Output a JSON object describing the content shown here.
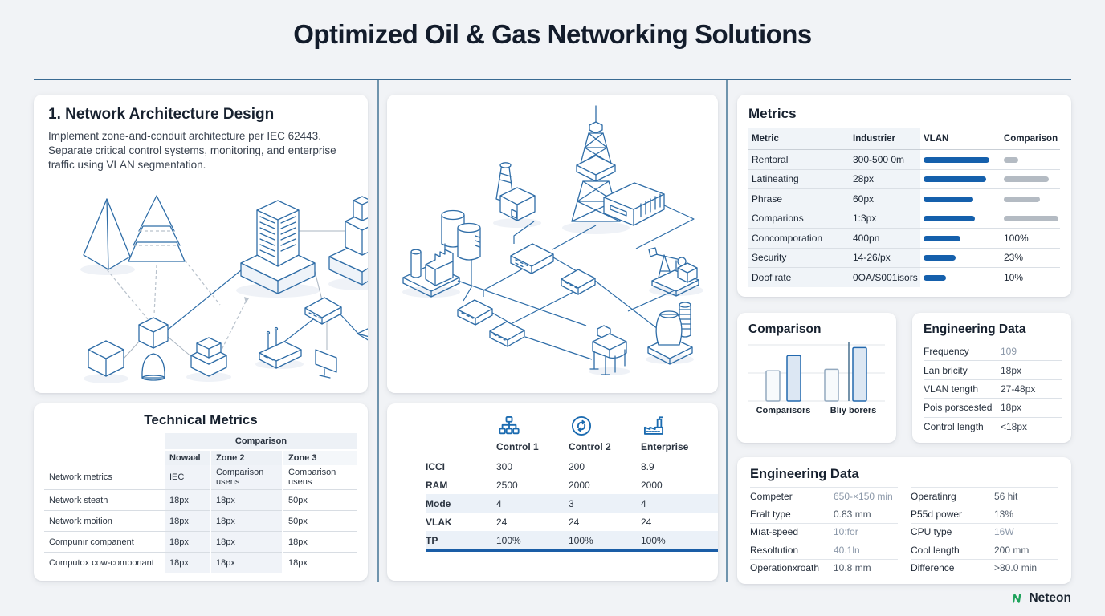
{
  "page": {
    "title": "Optimized Oil & Gas Networking Solutions"
  },
  "colors": {
    "accent_blue": "#1560ac",
    "bar_gray": "#b4bbc3",
    "brand_green": "#1fa35c",
    "rule_blue": "#3a6a92"
  },
  "architecture": {
    "heading": "1. Network Architecture Design",
    "body": "Implement zone-and-conduit architecture per IEC 62443. Separate critical control systems, monitoring, and enterprise traffic using VLAN segmentation."
  },
  "technical_metrics": {
    "title": "Technical Metrics",
    "span_header": "Comparison",
    "columns": [
      "Nowaal",
      "Zone 2",
      "Zone 3"
    ],
    "rows": [
      {
        "label": "Network metrics",
        "values": [
          "IEC",
          "Comparison usens",
          "Comparison usens"
        ]
      },
      {
        "label": "Network steath",
        "values": [
          "18px",
          "18px",
          "50px"
        ]
      },
      {
        "label": "Network moition",
        "values": [
          "18px",
          "18px",
          "50px"
        ]
      },
      {
        "label": "Compunır companent",
        "values": [
          "18px",
          "18px",
          "18px"
        ]
      },
      {
        "label": "Computox cow-componant",
        "values": [
          "18px",
          "18px",
          "18px"
        ]
      }
    ]
  },
  "control_table": {
    "columns": [
      {
        "icon": "org-chart-icon",
        "label": "Control 1"
      },
      {
        "icon": "sync-icon",
        "label": "Control 2"
      },
      {
        "icon": "factory-icon",
        "label": "Enterprise"
      }
    ],
    "rows": [
      {
        "label": "ICCI",
        "values": [
          "300",
          "200",
          "8.9"
        ]
      },
      {
        "label": "RAM",
        "values": [
          "2500",
          "2000",
          "2000"
        ]
      },
      {
        "label": "Mode",
        "values": [
          "4",
          "3",
          "4"
        ]
      },
      {
        "label": "VLAK",
        "values": [
          "24",
          "24",
          "24"
        ]
      },
      {
        "label": "TP",
        "values": [
          "100%",
          "100%",
          "100%"
        ]
      }
    ]
  },
  "metrics": {
    "title": "Metrics",
    "columns": [
      "Metric",
      "Industrier",
      "VLAN",
      "Comparison"
    ],
    "rows": [
      {
        "metric": "Rentoral",
        "industrier": "300-500 0m",
        "vlan_bar": 82,
        "comparison_bar": 18,
        "comparison_text": null
      },
      {
        "metric": "Latineating",
        "industrier": "28px",
        "vlan_bar": 78,
        "comparison_bar": 56,
        "comparison_text": null
      },
      {
        "metric": "Phrase",
        "industrier": "60px",
        "vlan_bar": 62,
        "comparison_bar": 45,
        "comparison_text": null
      },
      {
        "metric": "Comparions",
        "industrier": "1:3px",
        "vlan_bar": 64,
        "comparison_bar": 68,
        "comparison_text": null
      },
      {
        "metric": "Concomporation",
        "industrier": "400pn",
        "vlan_bar": 46,
        "comparison_bar": null,
        "comparison_text": "100%"
      },
      {
        "metric": "Security",
        "industrier": "14-26/px",
        "vlan_bar": 40,
        "comparison_bar": null,
        "comparison_text": "23%"
      },
      {
        "metric": "Doof rate",
        "industrier": "0OA/S001isors",
        "vlan_bar": 28,
        "comparison_bar": null,
        "comparison_text": "10%"
      }
    ]
  },
  "chart_data": {
    "type": "bar",
    "title": "Comparison",
    "categories": [
      "Comparisors",
      "Bliy borers"
    ],
    "series": [
      {
        "name": "light",
        "values": [
          42,
          44
        ]
      },
      {
        "name": "highlight",
        "values": [
          63,
          74
        ]
      }
    ],
    "ylim": [
      0,
      100
    ],
    "grid": true,
    "legend": false
  },
  "engineering_small": {
    "title": "Engineering Data",
    "rows": [
      {
        "label": "Frequency",
        "value": "109",
        "muted": true
      },
      {
        "label": "Lan bricity",
        "value": "18px",
        "muted": false
      },
      {
        "label": "VLAN tength",
        "value": "27-48px",
        "muted": false
      },
      {
        "label": "Pois porscested",
        "value": "18px",
        "muted": false
      },
      {
        "label": "Control length",
        "value": "<18px",
        "muted": false
      }
    ]
  },
  "engineering_large": {
    "title": "Engineering Data",
    "left": [
      {
        "label": "Competer",
        "value": "650-×150 min",
        "muted": true
      },
      {
        "label": "Eralt type",
        "value": "0.83 mm",
        "muted": false
      },
      {
        "label": "Mıat-speed",
        "value": "10:for",
        "muted": true
      },
      {
        "label": "Resoltution",
        "value": "40.1ln",
        "muted": true
      },
      {
        "label": "Operationxroath",
        "value": "10.8 mm",
        "muted": false
      }
    ],
    "right": [
      {
        "label": "Operatinrg",
        "value": "56 hit",
        "muted": false
      },
      {
        "label": "P55d power",
        "value": "13%",
        "muted": false
      },
      {
        "label": "CPU type",
        "value": "16W",
        "muted": true
      },
      {
        "label": "Cool length",
        "value": "200 mm",
        "muted": false
      },
      {
        "label": "Difference",
        "value": ">80.0 min",
        "muted": false
      }
    ]
  },
  "footer": {
    "brand": "Neteon"
  }
}
